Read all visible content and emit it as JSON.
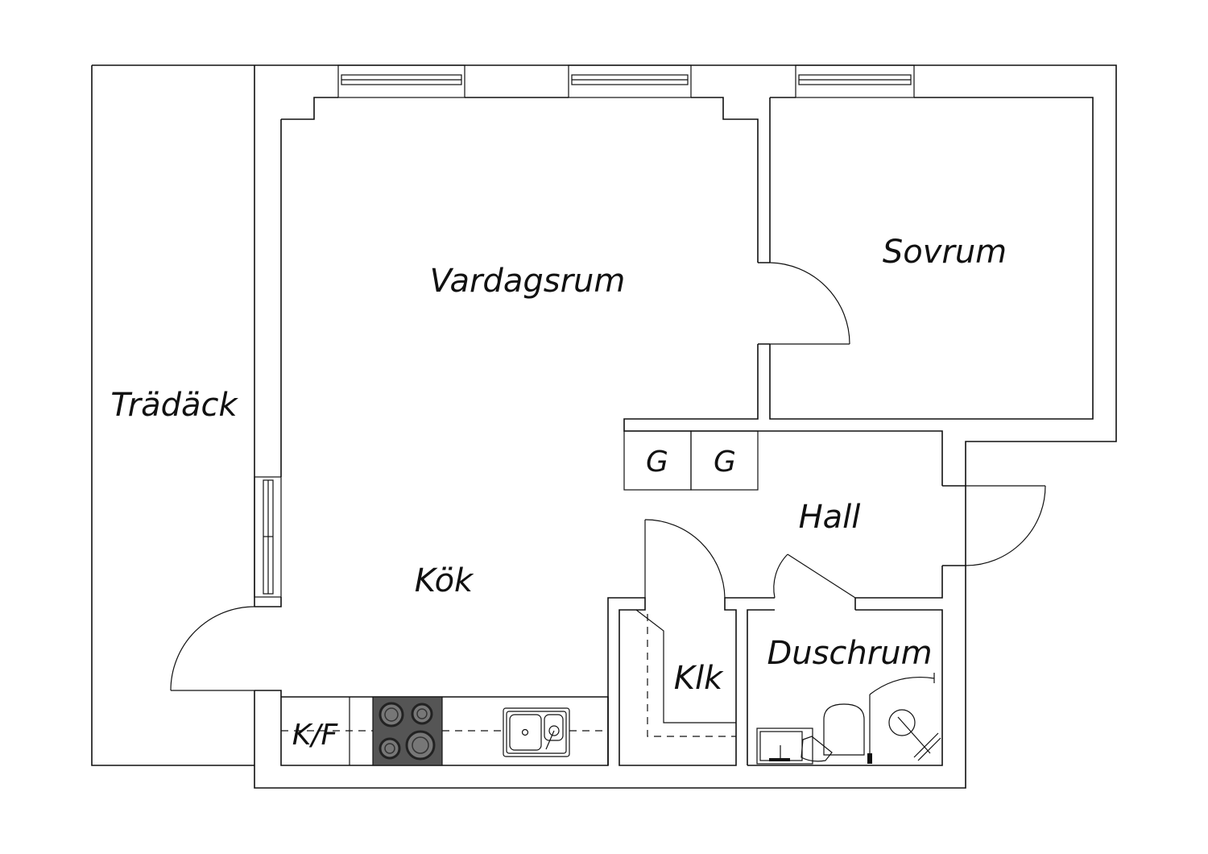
{
  "plan": {
    "rooms": {
      "tradack": "Trädäck",
      "vardagsrum": "Vardagsrum",
      "sovrum": "Sovrum",
      "kok": "Kök",
      "hall": "Hall",
      "klk": "Klk",
      "duschrum": "Duschrum"
    },
    "fixtures": {
      "wardrobe_1": "G",
      "wardrobe_2": "G",
      "fridge_freezer": "K/F"
    }
  }
}
